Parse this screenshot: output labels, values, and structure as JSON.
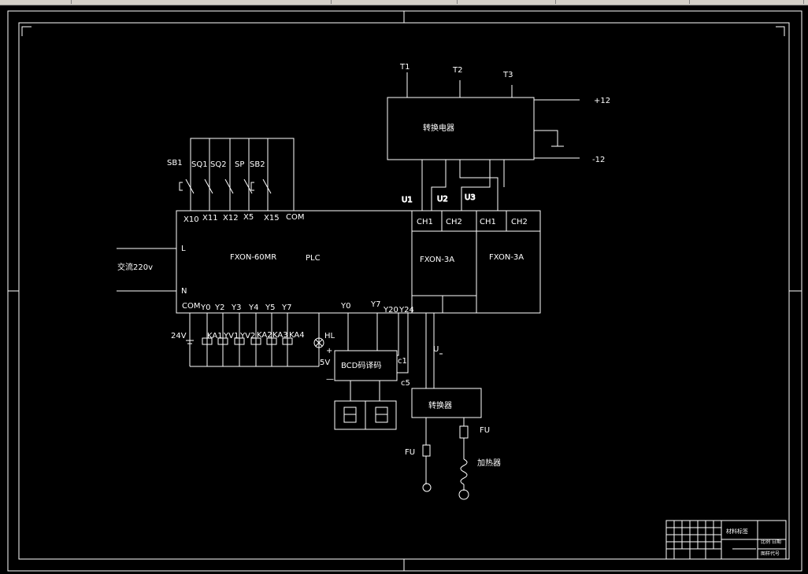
{
  "terminals_top": [
    "T1",
    "T2",
    "T3"
  ],
  "converter_label": "转换电器",
  "supply": {
    "plus": "+12",
    "minus": "-12"
  },
  "switches": [
    "SB1",
    "SQ1",
    "SQ2",
    "SP",
    "SB2"
  ],
  "plc_inputs": [
    "X10",
    "X11",
    "X12",
    "X5",
    "X15",
    "COM"
  ],
  "plc_model": "FXON-60MR",
  "plc_label": "PLC",
  "power": {
    "L": "L",
    "N": "N",
    "ac": "交流220v"
  },
  "plc_outputs": [
    "COM",
    "Y0",
    "Y2",
    "Y3",
    "Y4",
    "Y5",
    "Y7"
  ],
  "plc_outputs_right": [
    "Y0",
    "Y7",
    "Y20",
    "Y24"
  ],
  "analog_inputs": {
    "u1": "U1",
    "u2": "U2",
    "u3": "U3"
  },
  "channels": [
    "CH1",
    "CH2",
    "CH1",
    "CH2"
  ],
  "module_model": "FXON-3A",
  "loads": [
    "KA1",
    "YV1",
    "YV2",
    "KA2",
    "KA3",
    "KA4"
  ],
  "voltage_24": "24V",
  "voltage_5": "5V",
  "lamp": "HL",
  "plus_sign": "+",
  "minus_sign": "—",
  "bcd_label": "BCD码译码",
  "bcd_pins": {
    "c1": "c1",
    "c5": "c5"
  },
  "u_out": "U",
  "switcher_label": "转换器",
  "fuse": "FU",
  "heater": "加热器",
  "title_block": [
    "材料标签",
    "比例 日期",
    "图样代号"
  ]
}
